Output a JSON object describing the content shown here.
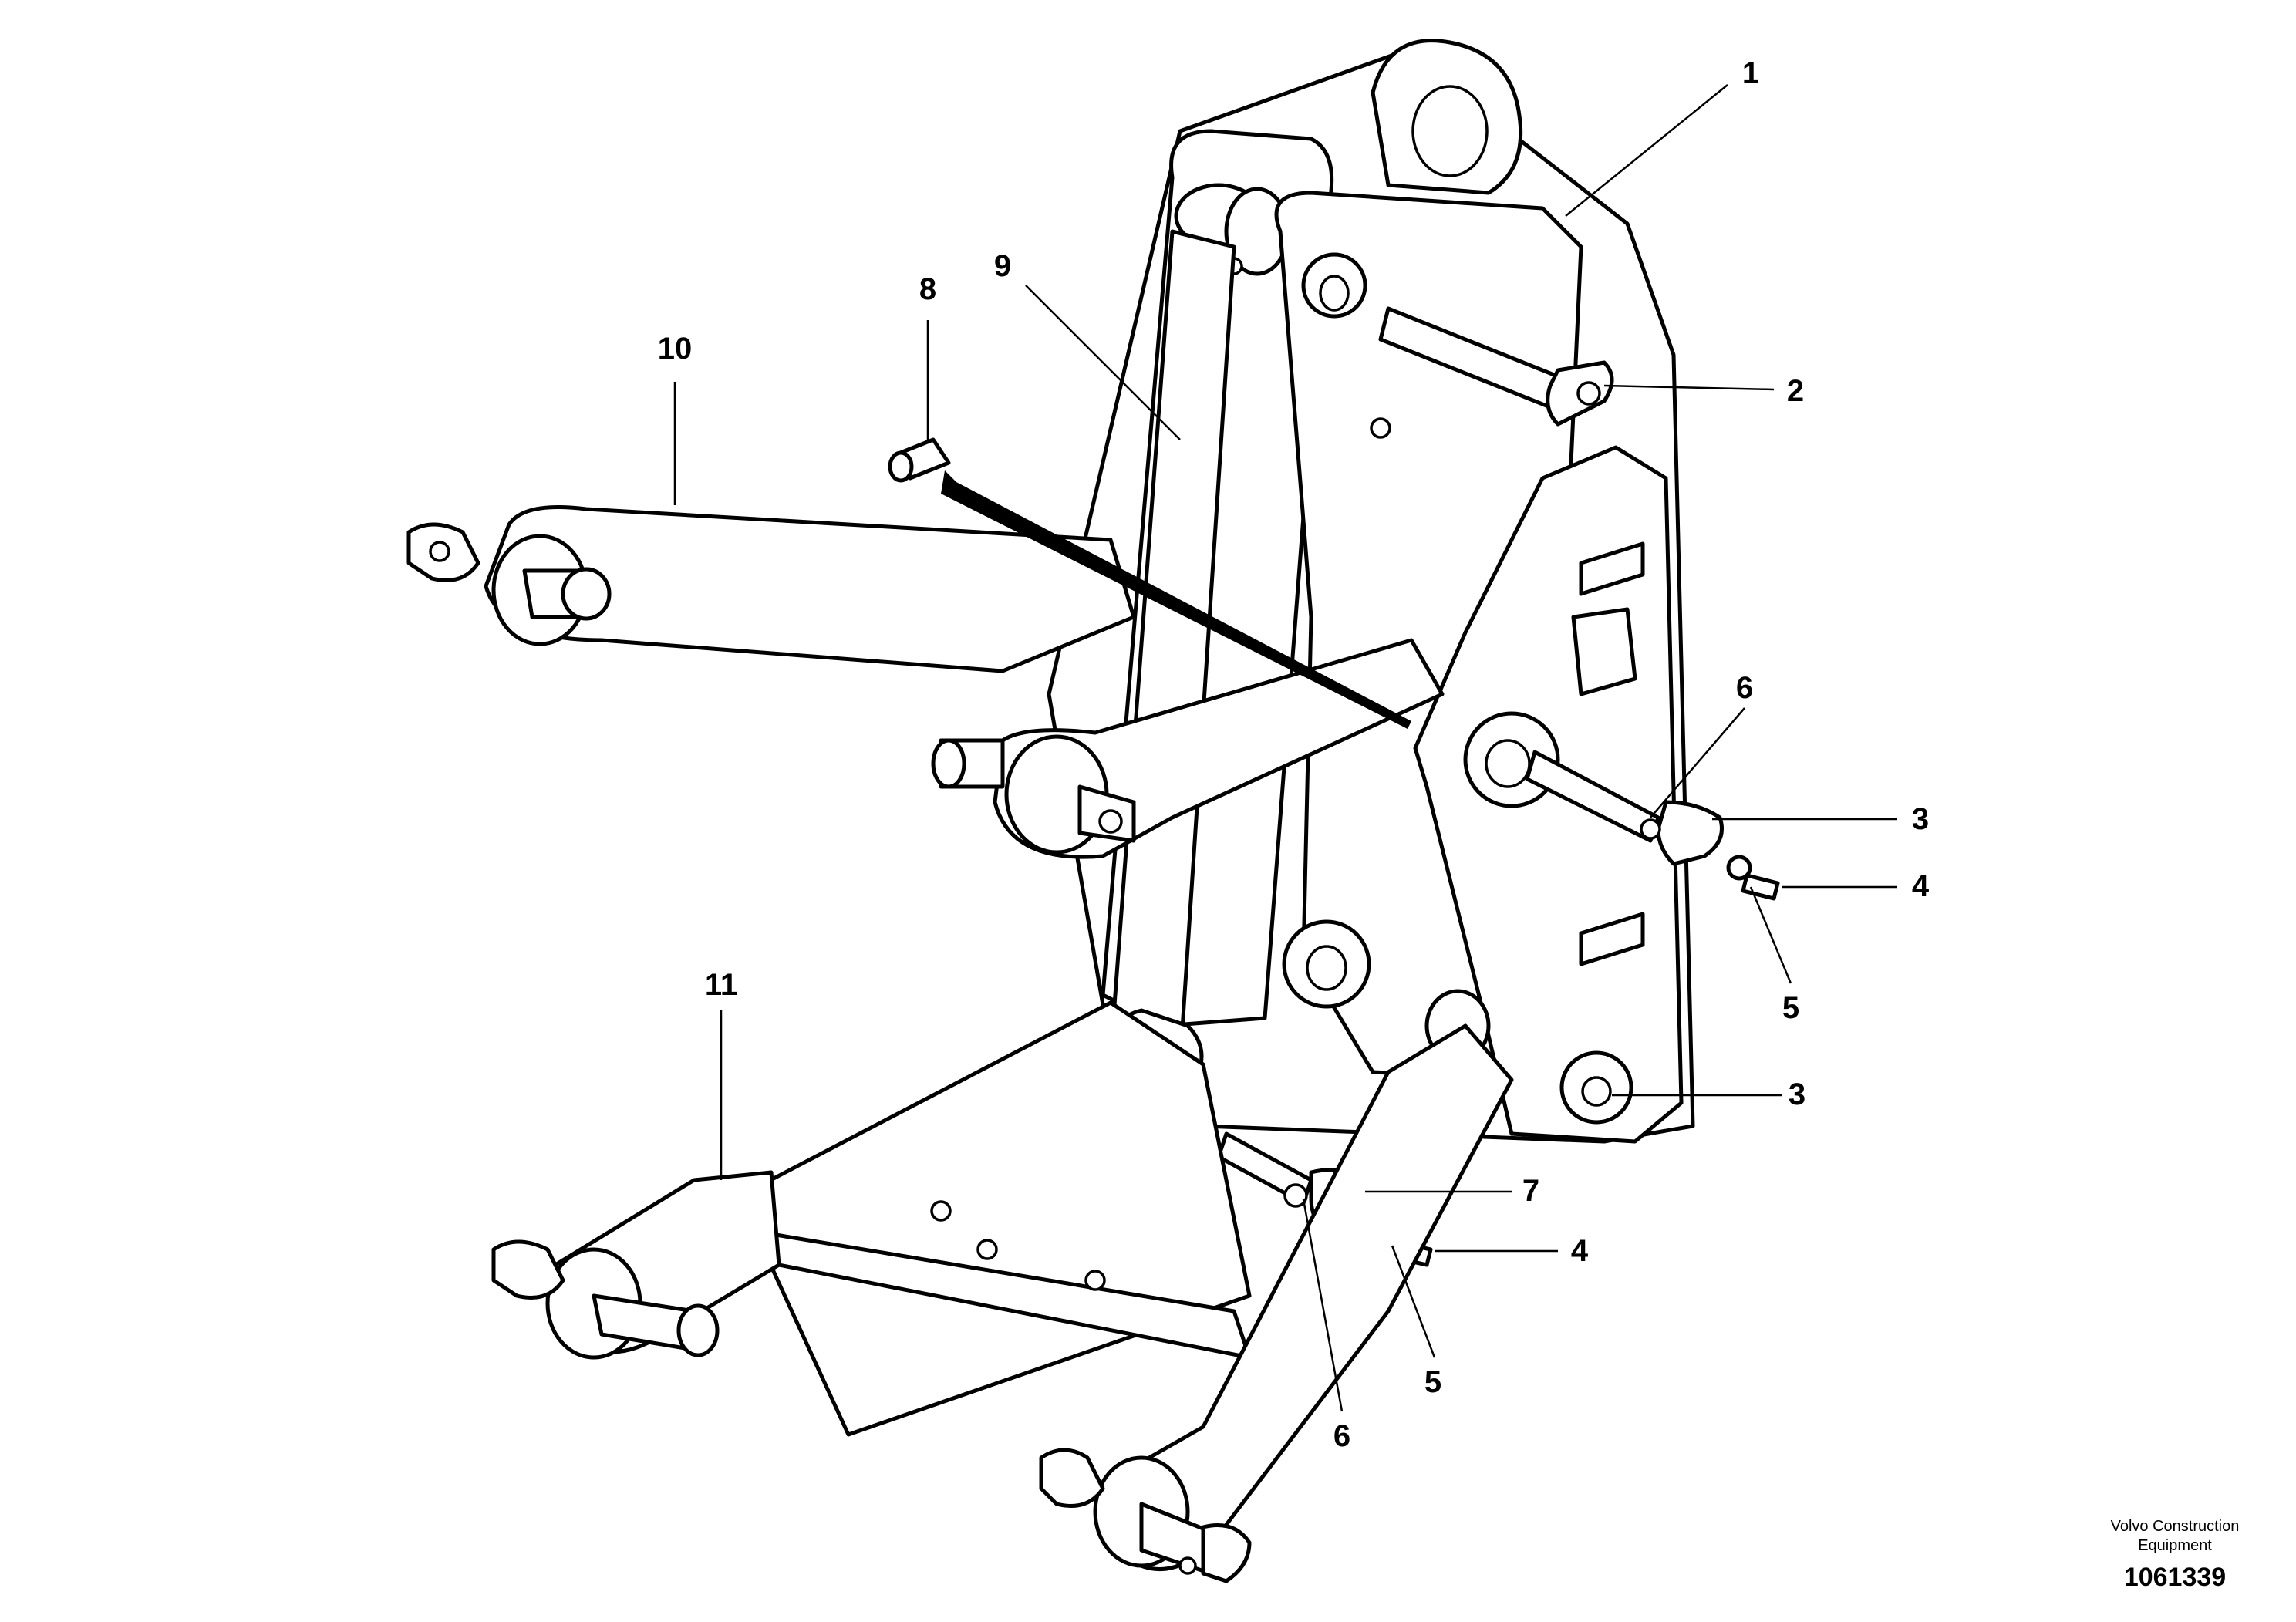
{
  "callouts": [
    {
      "id": "1",
      "label": "1"
    },
    {
      "id": "2",
      "label": "2"
    },
    {
      "id": "3a",
      "label": "3"
    },
    {
      "id": "4a",
      "label": "4"
    },
    {
      "id": "5a",
      "label": "5"
    },
    {
      "id": "6a",
      "label": "6"
    },
    {
      "id": "3b",
      "label": "3"
    },
    {
      "id": "7",
      "label": "7"
    },
    {
      "id": "4b",
      "label": "4"
    },
    {
      "id": "5b",
      "label": "5"
    },
    {
      "id": "6b",
      "label": "6"
    },
    {
      "id": "8",
      "label": "8"
    },
    {
      "id": "9",
      "label": "9"
    },
    {
      "id": "10",
      "label": "10"
    },
    {
      "id": "11",
      "label": "11"
    }
  ],
  "footer": {
    "maker_line1": "Volvo Construction",
    "maker_line2": "Equipment",
    "drawing_number": "1061339"
  }
}
